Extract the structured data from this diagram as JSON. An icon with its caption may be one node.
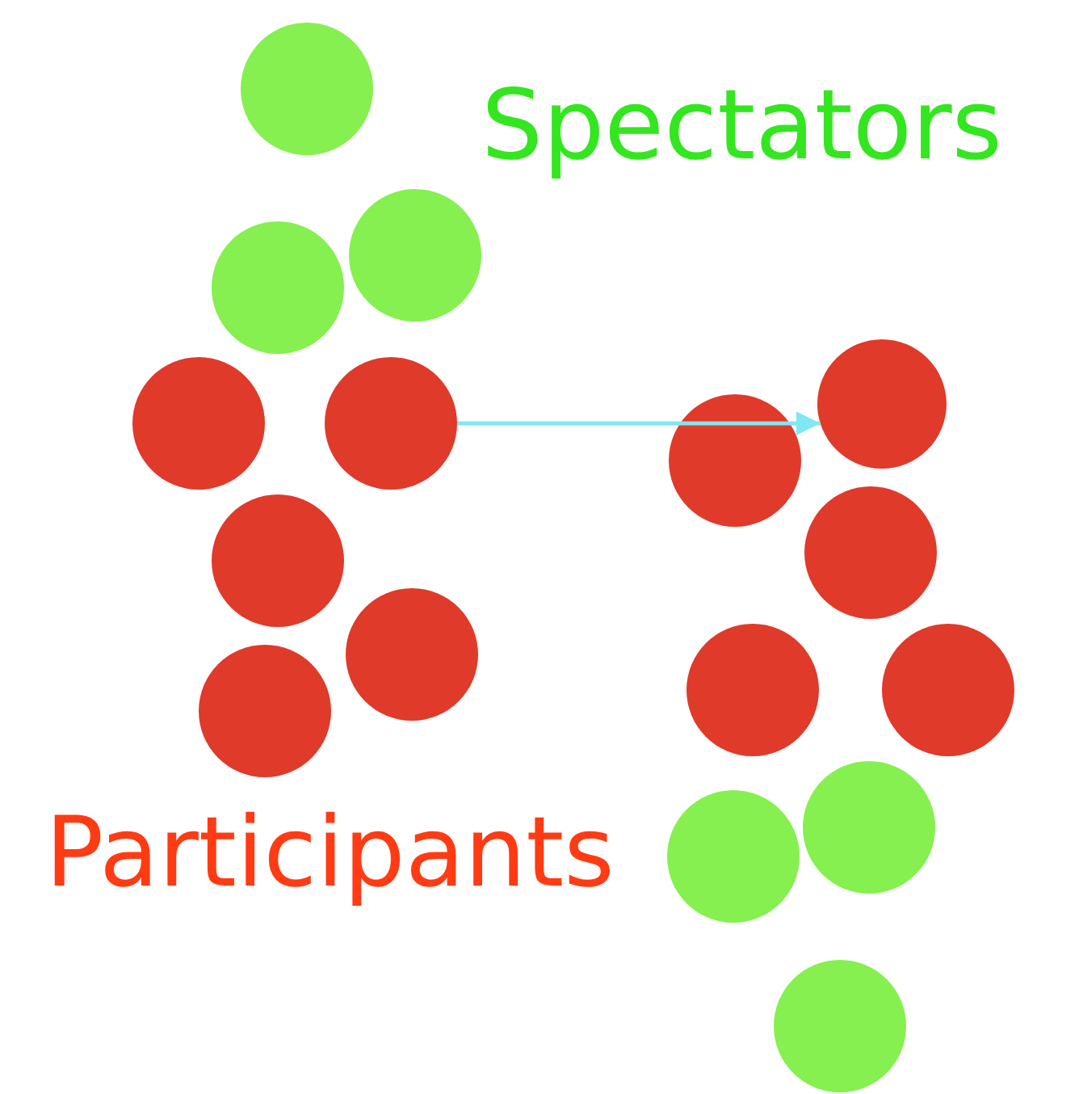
{
  "diagram": {
    "nodes": [
      {
        "text": [],
        "shape": "circle"
      },
      {
        "text": [],
        "shape": "circle"
      }
    ],
    "edges": [
      {
        "from": 0,
        "to": 1,
        "arrow": "to"
      }
    ],
    "labels": [
      "Spectators",
      "Participants"
    ]
  }
}
